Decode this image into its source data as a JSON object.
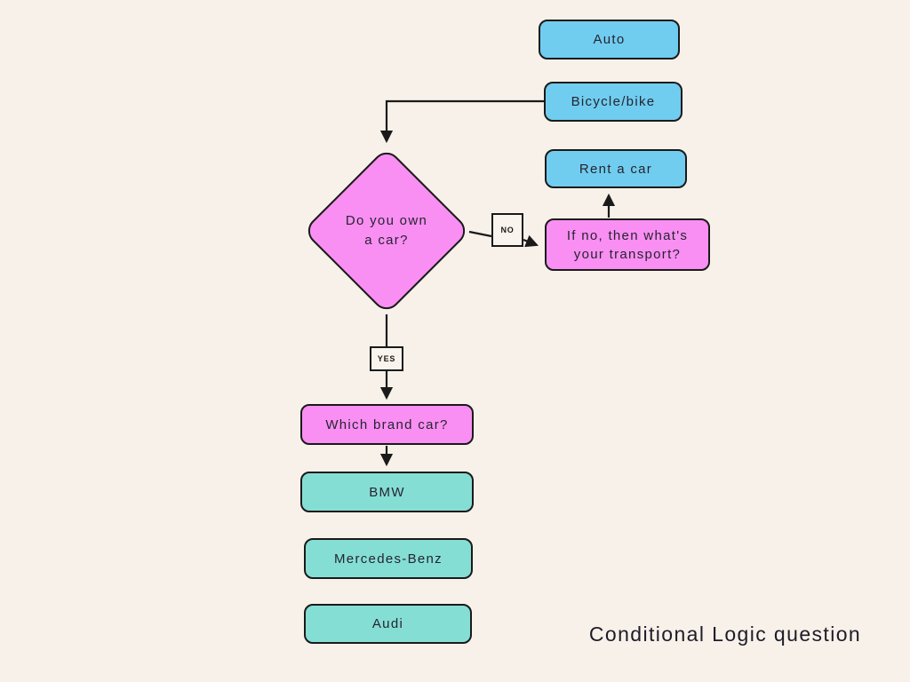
{
  "title": "Conditional Logic question",
  "colors": {
    "background": "#f7f1e9",
    "node_blue": "#70cdf0",
    "node_pink": "#f98ff2",
    "node_teal": "#85ded4",
    "stroke": "#1a1a1a"
  },
  "nodes": {
    "auto": {
      "label": "Auto",
      "shape": "rounded-rect",
      "color": "blue"
    },
    "bicycle": {
      "label": "Bicycle/bike",
      "shape": "rounded-rect",
      "color": "blue"
    },
    "rent_car": {
      "label": "Rent a car",
      "shape": "rounded-rect",
      "color": "blue"
    },
    "own_car": {
      "shape": "diamond",
      "color": "pink",
      "lines": [
        "Do you own",
        "a car?"
      ]
    },
    "transport": {
      "shape": "rounded-rect",
      "color": "pink",
      "lines": [
        "If no, then what's",
        "your transport?"
      ]
    },
    "which_brand": {
      "label": "Which brand car?",
      "shape": "rounded-rect",
      "color": "pink"
    },
    "bmw": {
      "label": "BMW",
      "shape": "rounded-rect",
      "color": "teal"
    },
    "mercedes": {
      "label": "Mercedes-Benz",
      "shape": "rounded-rect",
      "color": "teal"
    },
    "audi": {
      "label": "Audi",
      "shape": "rounded-rect",
      "color": "teal"
    }
  },
  "edges": [
    {
      "from": "bicycle",
      "to": "own_car",
      "label": ""
    },
    {
      "from": "own_car",
      "to": "transport",
      "label": "NO"
    },
    {
      "from": "transport",
      "to": "rent_car",
      "label": ""
    },
    {
      "from": "own_car",
      "to": "which_brand",
      "label": "YES"
    },
    {
      "from": "which_brand",
      "to": "bmw",
      "label": ""
    }
  ]
}
